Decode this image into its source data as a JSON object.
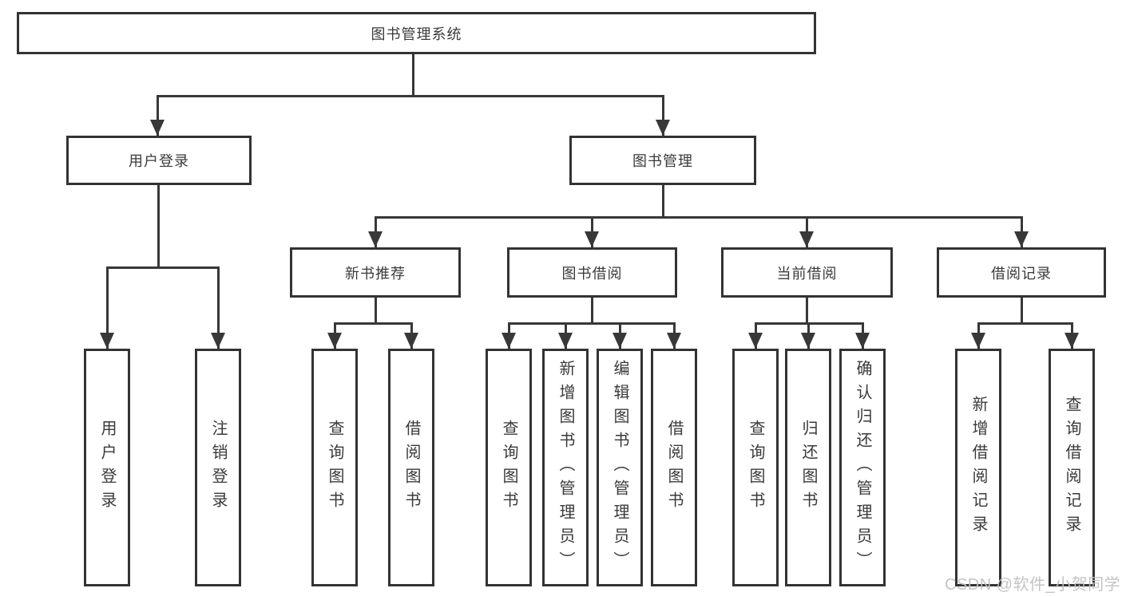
{
  "diagram": {
    "root": {
      "label": "图书管理系统"
    },
    "branches": [
      {
        "label": "用户登录",
        "leaves": [
          {
            "label": "用户登录"
          },
          {
            "label": "注销登录"
          }
        ]
      },
      {
        "label": "图书管理",
        "sections": [
          {
            "label": "新书推荐",
            "leaves": [
              {
                "label": "查询图书"
              },
              {
                "label": "借阅图书"
              }
            ]
          },
          {
            "label": "图书借阅",
            "leaves": [
              {
                "label": "查询图书"
              },
              {
                "label": "新增图书（管理员）"
              },
              {
                "label": "编辑图书（管理员）"
              },
              {
                "label": "借阅图书"
              }
            ]
          },
          {
            "label": "当前借阅",
            "leaves": [
              {
                "label": "查询图书"
              },
              {
                "label": "归还图书"
              },
              {
                "label": "确认归还（管理员）"
              }
            ]
          },
          {
            "label": "借阅记录",
            "leaves": [
              {
                "label": "新增借阅记录"
              },
              {
                "label": "查询借阅记录"
              }
            ]
          }
        ]
      }
    ]
  },
  "watermark": {
    "text": "CSDN @软件_小贺同学"
  },
  "colors": {
    "line": "#383838",
    "box_border": "#333333",
    "text": "#3a3a3a",
    "watermark": "#c1c1c1",
    "background": "#ffffff"
  }
}
